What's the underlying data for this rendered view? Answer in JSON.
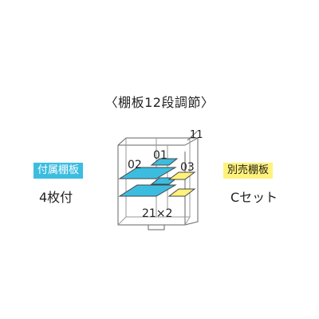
{
  "title": "〈棚板12段調節〉",
  "left_panel": {
    "badge": "付属棚板",
    "caption": "4枚付",
    "badge_color": "#3cbde0"
  },
  "right_panel": {
    "badge": "別売棚板",
    "caption": "Cセット",
    "badge_color": "#fff27a"
  },
  "diagram": {
    "labels": {
      "top_right": "11",
      "slot_02": "02",
      "slot_01": "01",
      "slot_03": "03",
      "bottom": "21×2"
    },
    "colors": {
      "frame": "#666666",
      "included_shelf": "#3cbde0",
      "optional_shelf": "#fff27a",
      "background": "#ffffff"
    }
  }
}
